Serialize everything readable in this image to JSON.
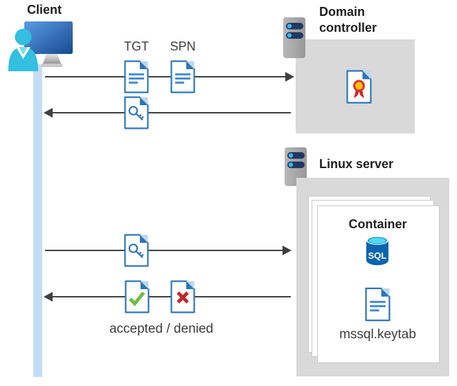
{
  "client": {
    "label": "Client"
  },
  "domain_controller": {
    "label": "Domain controller"
  },
  "linux_server": {
    "label": "Linux server"
  },
  "container": {
    "label": "Container",
    "sql_label": "SQL",
    "keytab_label": "mssql.keytab"
  },
  "flows": {
    "tgt_label": "TGT",
    "spn_label": "SPN",
    "result_label": "accepted / denied"
  },
  "icons": [
    "client-monitor-person-icon",
    "server-tower-icon",
    "certificate-icon",
    "tgt-document-icon",
    "spn-document-icon",
    "key-ticket-icon",
    "accepted-check-icon",
    "denied-x-icon",
    "sql-database-icon",
    "keytab-file-icon"
  ],
  "colors": {
    "doc_border_blue": "#2e75b6",
    "doc_line_blue": "#4a8fd0",
    "fold_light_blue": "#bdd7ee",
    "lifeline_blue": "#c4ddf7",
    "box_gray": "#d9d9d9",
    "server_navy": "#1f3864",
    "led_cyan": "#41b6e6",
    "accepted_green": "#70be45",
    "denied_red": "#c0282d",
    "cert_yellow": "#ffc107",
    "cert_red": "#d42a2a",
    "sql_body_blue": "#0a64b0",
    "sql_top_cyan": "#3cc6ea",
    "arrow_gray": "#404040"
  }
}
